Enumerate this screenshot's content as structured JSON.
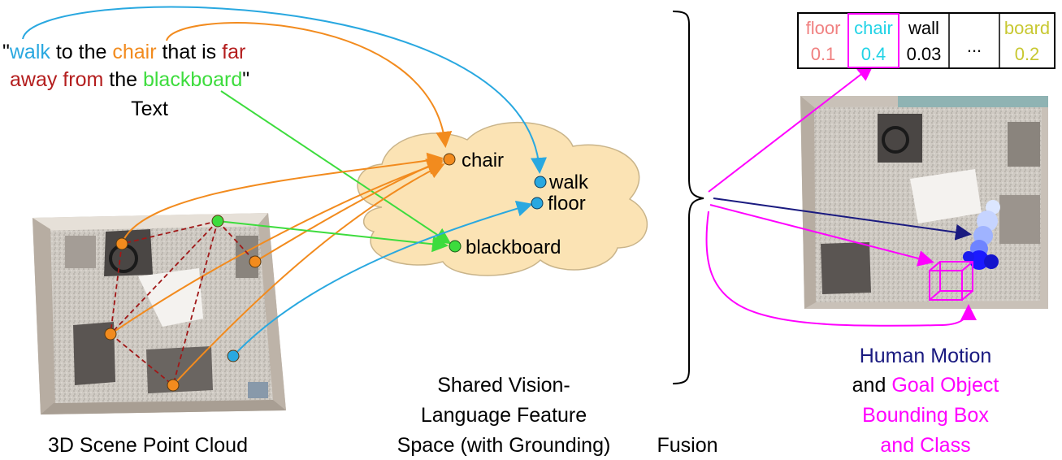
{
  "quote": {
    "open": "\"",
    "w_walk": "walk",
    "w_to_the": " to the ",
    "w_chair": "chair",
    "w_that_is": " that is ",
    "w_far": "far",
    "w_away_from": "away from",
    "w_the": " the ",
    "w_blackboard": "blackboard",
    "close": "\"",
    "label": "Text"
  },
  "cloud": {
    "chair": "chair",
    "walk": "walk",
    "floor": "floor",
    "blackboard": "blackboard"
  },
  "table": {
    "headers": [
      "floor",
      "chair",
      "wall",
      "",
      "board"
    ],
    "values": [
      "0.1",
      "0.4",
      "0.03",
      "...",
      "0.2"
    ]
  },
  "captions": {
    "scene": "3D Scene Point Cloud",
    "shared_1": "Shared Vision-",
    "shared_2": "Language Feature",
    "shared_3": "Space (with Grounding)",
    "fusion": "Fusion",
    "out_1": "Human Motion",
    "out_2a": "and ",
    "out_2b": "Goal Object",
    "out_3": "Bounding Box",
    "out_4": "and Class"
  },
  "colors": {
    "walk": "#29a8e0",
    "chair": "#f28b1e",
    "far_away": "#b41e1e",
    "blackboard": "#3ddc3d",
    "magenta": "#ff00ff",
    "navy": "#1a1a80",
    "floor_pink": "#f08080",
    "chair_cyan": "#22d3e6",
    "board_olive": "#c8c832",
    "cloud_fill": "#fbe3b4"
  }
}
